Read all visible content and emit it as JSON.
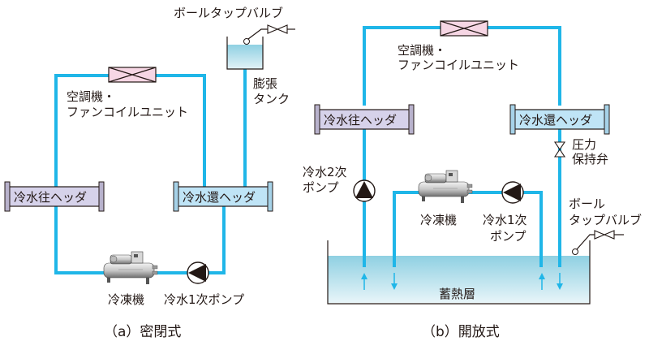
{
  "colors": {
    "pipe": "#1fb6e8",
    "supply_header_fill": "#d6d2ea",
    "return_header_fill": "#bfe4f6",
    "ahu_fill": "#f6d6e4",
    "water_top": "#8fd0e2",
    "water_bottom": "#e6f4f8",
    "line": "#231815"
  },
  "diagram_a": {
    "caption": "（a）密閉式",
    "ball_tap_valve": "ボールタップバルブ",
    "expansion_tank_line1": "膨張",
    "expansion_tank_line2": "タンク",
    "ahu_line1": "空調機・",
    "ahu_line2": "ファンコイルユニット",
    "supply_header": "冷水往ヘッダ",
    "return_header": "冷水還ヘッダ",
    "chiller": "冷凍機",
    "primary_pump": "冷水1次ポンプ"
  },
  "diagram_b": {
    "caption": "（b）開放式",
    "ahu_line1": "空調機・",
    "ahu_line2": "ファンコイルユニット",
    "supply_header": "冷水往ヘッダ",
    "return_header": "冷水還ヘッダ",
    "pressure_valve_line1": "圧力",
    "pressure_valve_line2": "保持弁",
    "secondary_pump_line1": "冷水2次",
    "secondary_pump_line2": "ポンプ",
    "chiller": "冷凍機",
    "primary_pump_line1": "冷水1次",
    "primary_pump_line2": "ポンプ",
    "ball_tap_line1": "ボール",
    "ball_tap_line2": "タップバルブ",
    "storage_tank": "蓄熱層"
  }
}
